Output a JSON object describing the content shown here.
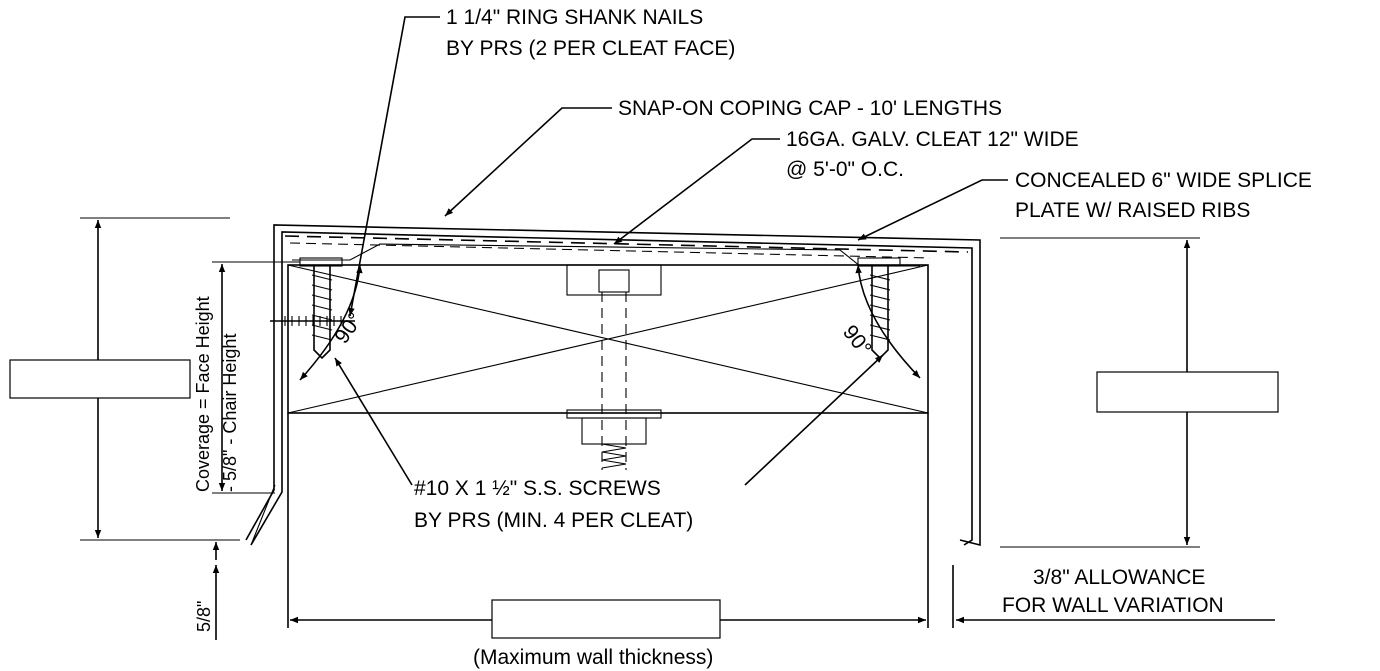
{
  "labels": {
    "nails_line1": "1 1/4\" RING SHANK NAILS",
    "nails_line2": "BY PRS (2 PER CLEAT FACE)",
    "coping_cap": "SNAP-ON COPING CAP - 10' LENGTHS",
    "cleat_line1": "16GA. GALV. CLEAT 12\" WIDE",
    "cleat_line2": "@ 5'-0\" O.C.",
    "splice_line1": "CONCEALED 6\" WIDE SPLICE",
    "splice_line2": "PLATE W/ RAISED RIBS",
    "screws_line1": "#10 X 1 ½\" S.S. SCREWS",
    "screws_line2": "BY PRS (MIN. 4 PER CLEAT)",
    "allowance_line1": "3/8\" ALLOWANCE",
    "allowance_line2": "FOR WALL VARIATION",
    "wall_thickness": "(Maximum wall thickness)",
    "coverage_line1": "Coverage = Face Height",
    "coverage_line2": "- 5/8\" - Chair Height",
    "angle_left": "90°",
    "angle_right": "90°",
    "dim_58": "5/8\""
  },
  "colors": {
    "stroke": "#000000",
    "background": "#ffffff"
  }
}
